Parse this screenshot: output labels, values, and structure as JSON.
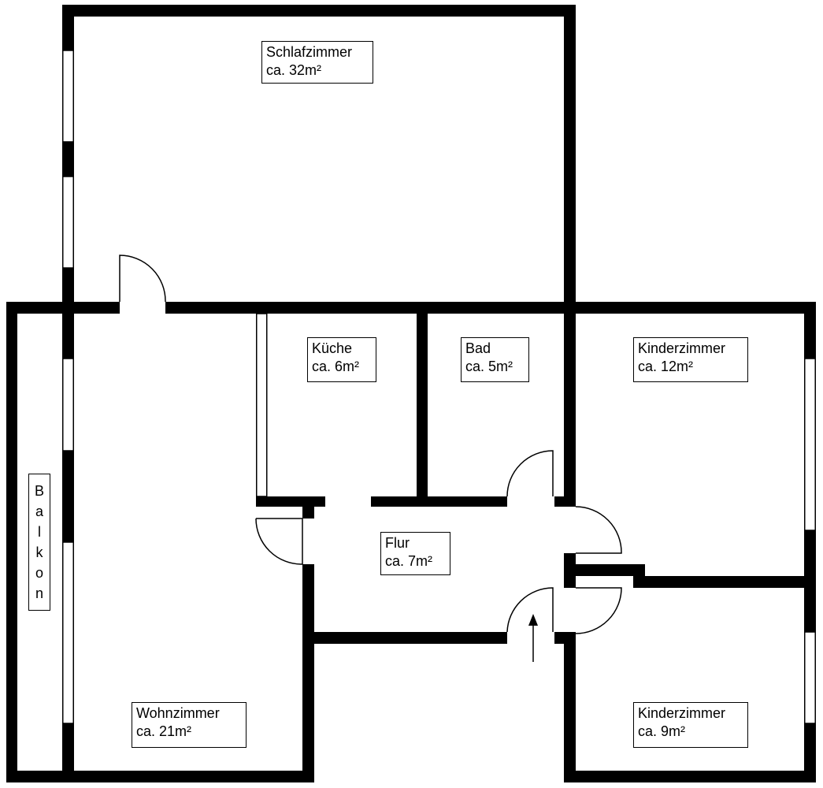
{
  "rooms": {
    "schlafzimmer": {
      "name": "Schlafzimmer",
      "area": "ca. 32m²"
    },
    "kueche": {
      "name": "Küche",
      "area": "ca. 6m²"
    },
    "bad": {
      "name": "Bad",
      "area": "ca. 5m²"
    },
    "kinderzimmer1": {
      "name": "Kinderzimmer",
      "area": "ca. 12m²"
    },
    "flur": {
      "name": "Flur",
      "area": "ca. 7m²"
    },
    "wohnzimmer": {
      "name": "Wohnzimmer",
      "area": "ca. 21m²"
    },
    "kinderzimmer2": {
      "name": "Kinderzimmer",
      "area": "ca. 9m²"
    }
  },
  "balkon": {
    "letters": [
      "B",
      "a",
      "l",
      "k",
      "o",
      "n"
    ]
  },
  "colors": {
    "wall": "#000000",
    "background": "#ffffff"
  }
}
